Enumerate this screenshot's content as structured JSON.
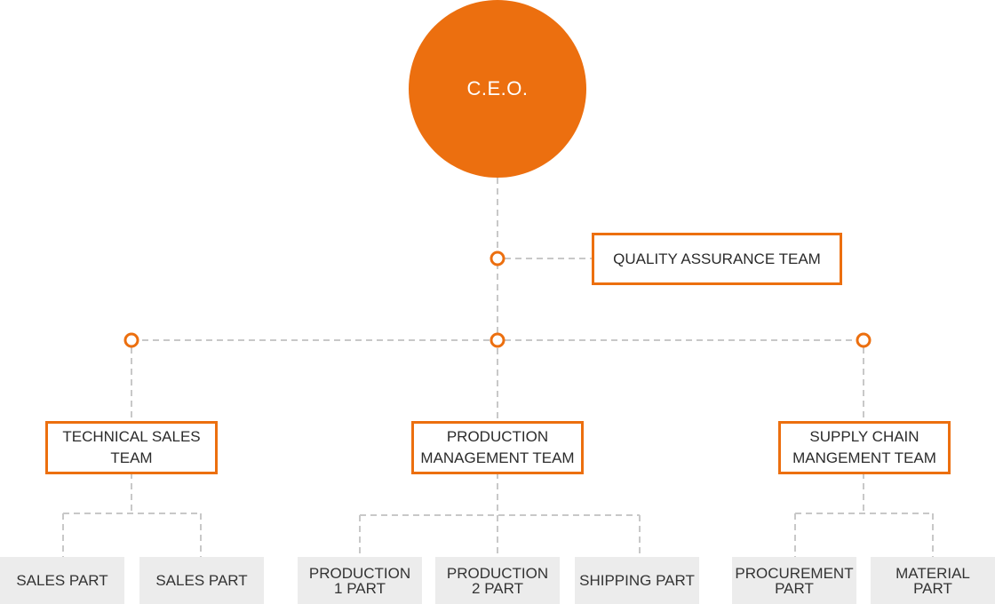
{
  "org_chart": {
    "ceo": {
      "label": "C.E.O."
    },
    "quality_assurance": {
      "label": "QUALITY ASSURANCE TEAM"
    },
    "teams": [
      {
        "label": "TECHNICAL SALES\nTEAM",
        "parts": [
          {
            "label": "SALES PART"
          },
          {
            "label": "SALES PART"
          }
        ]
      },
      {
        "label": "PRODUCTION\nMANAGEMENT TEAM",
        "parts": [
          {
            "label": "PRODUCTION\n1 PART"
          },
          {
            "label": "PRODUCTION\n2 PART"
          },
          {
            "label": "SHIPPING PART"
          }
        ]
      },
      {
        "label": "SUPPLY CHAIN\nMANGEMENT TEAM",
        "parts": [
          {
            "label": "PROCUREMENT\nPART"
          },
          {
            "label": "MATERIAL\nPART"
          }
        ]
      }
    ]
  },
  "colors": {
    "accent": "#ec6f0f",
    "connector": "#c8c8c8",
    "part_background": "#ececec"
  }
}
